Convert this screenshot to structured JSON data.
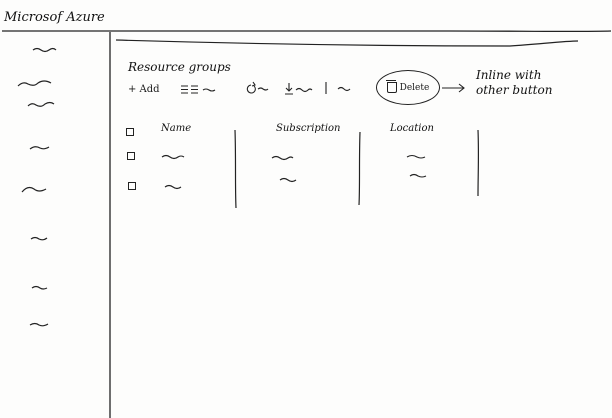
{
  "app": {
    "title": "Microsof Azure"
  },
  "sidebar": {
    "items": [
      "~",
      "~",
      "~",
      "~",
      "~",
      "~",
      "~",
      "~"
    ]
  },
  "main": {
    "title": "Resource groups",
    "toolbar": {
      "add_label": "+ Add",
      "delete_label": "Delete"
    },
    "annotation": "Inline with other button",
    "table": {
      "columns": [
        "Name",
        "Subscription",
        "Location"
      ],
      "rows": 3
    }
  },
  "icons": [
    "columns-icon",
    "refresh-icon",
    "download-icon",
    "trash-icon",
    "arrow-right-icon"
  ]
}
